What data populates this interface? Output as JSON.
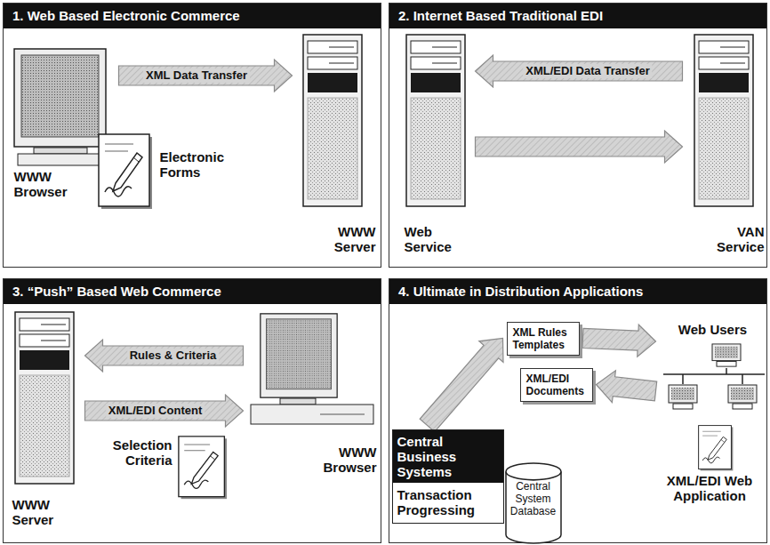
{
  "diagram": {
    "nodes": [
      {
        "text": [
          "1. Web Based Electronic Commerce"
        ]
      },
      {
        "text": [
          "WWW Browser"
        ],
        "in": 0
      },
      {
        "text": [
          "Electronic Forms"
        ],
        "in": 0
      },
      {
        "text": [
          "WWW Server"
        ],
        "in": 0
      },
      {
        "text": [
          "2. Internet Based Traditional EDI"
        ]
      },
      {
        "text": [
          "Web Service"
        ],
        "in": 4
      },
      {
        "text": [
          "VAN Service"
        ],
        "in": 4
      },
      {
        "text": [
          "3. “Push” Based Web Commerce"
        ]
      },
      {
        "text": [
          "WWW Server"
        ],
        "in": 7
      },
      {
        "text": [
          "WWW Browser"
        ],
        "in": 7
      },
      {
        "text": [
          "Selection Criteria"
        ],
        "in": 7
      },
      {
        "text": [
          "4. Ultimate in Distribution Applications"
        ]
      },
      {
        "text": [
          "Central Business Systems",
          "Transaction Progressing"
        ],
        "in": 11
      },
      {
        "text": [
          "Central System Database"
        ],
        "in": 11
      },
      {
        "text": [
          "XML Rules Templates"
        ],
        "in": 11
      },
      {
        "text": [
          "XML/EDI Documents"
        ],
        "in": 11
      },
      {
        "text": [
          "Web Users"
        ],
        "in": 11
      },
      {
        "text": [
          "XML/EDI Web Application"
        ],
        "in": 11
      }
    ],
    "edges": [
      {
        "from": 1,
        "to": 3,
        "label": "XML Data Transfer",
        "arrow": "to"
      },
      {
        "from": 6,
        "to": 5,
        "label": "XML/EDI Data Transfer",
        "arrow": "to"
      },
      {
        "from": 5,
        "to": 6,
        "arrow": "to"
      },
      {
        "from": 9,
        "to": 8,
        "label": "Rules & Criteria",
        "arrow": "to"
      },
      {
        "from": 8,
        "to": 9,
        "label": "XML/EDI Content",
        "arrow": "to"
      },
      {
        "from": 12,
        "to": 14,
        "arrow": "to"
      },
      {
        "from": 14,
        "to": 16,
        "arrow": "to"
      },
      {
        "from": 16,
        "to": 15,
        "arrow": "to"
      }
    ]
  }
}
